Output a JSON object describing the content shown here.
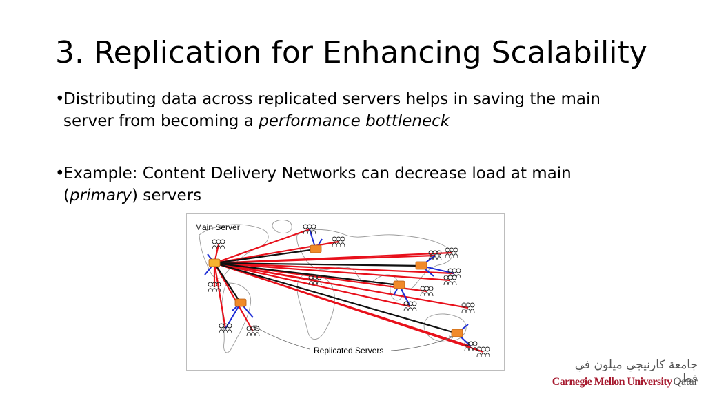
{
  "slide": {
    "title": "3. Replication for Enhancing Scalability",
    "bullets": [
      {
        "marker": "•",
        "text_before": "Distributing data across replicated servers helps in saving the main server from becoming a ",
        "em": "performance bottleneck",
        "text_after": ""
      },
      {
        "marker": "•",
        "text_before": "Example: Content Delivery Networks can decrease load at main (",
        "em": "primary",
        "text_after": ") servers"
      }
    ]
  },
  "figure": {
    "main_server_label": "Main Server",
    "replicated_servers_label": "Replicated Servers",
    "colors": {
      "red_link": "#e8101b",
      "black_link": "#111111",
      "blue_link": "#1b2bd6",
      "server": "#f08a2a",
      "primary_server": "#f6b330",
      "map": "#9a9a9a"
    }
  },
  "logo": {
    "arabic": "جامعة كارنيجي ميلون في قطر",
    "name": "Carnegie Mellon University",
    "location": "Qatar"
  }
}
